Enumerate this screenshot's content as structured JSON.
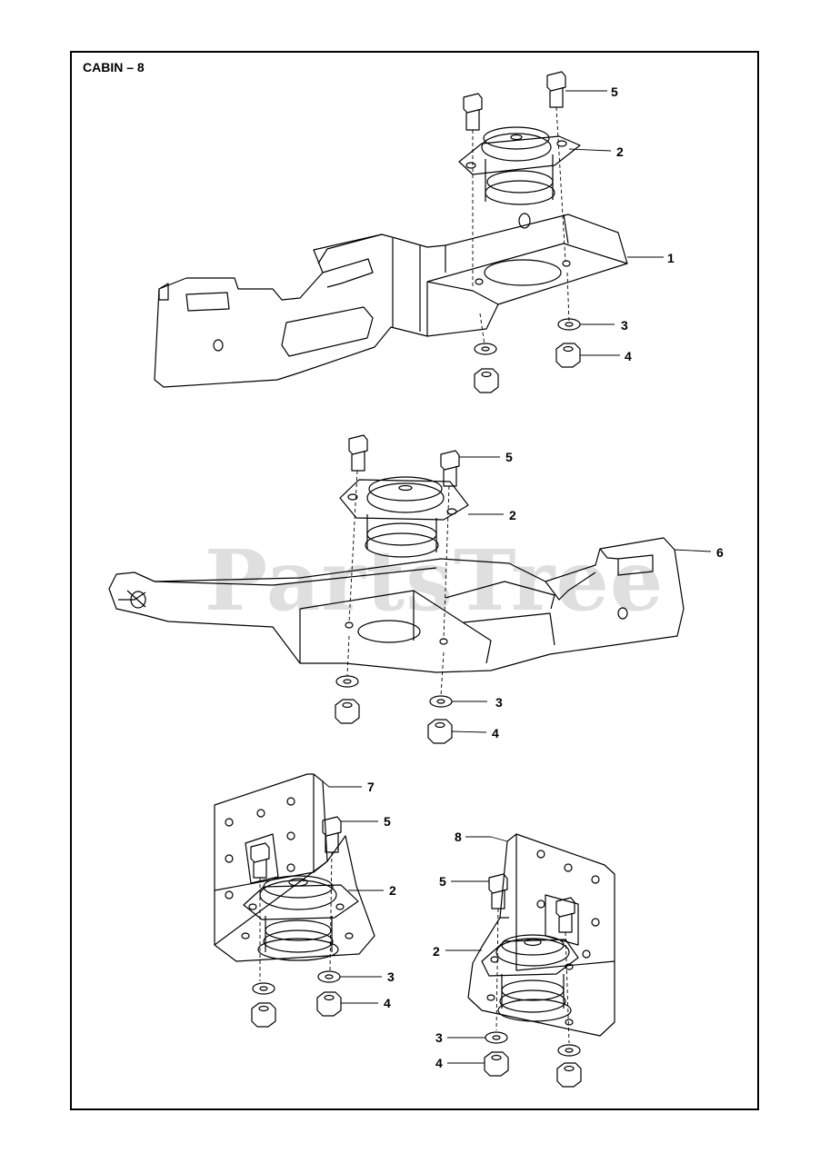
{
  "title": "CABIN – 8",
  "watermark": "PartsTree",
  "callouts": [
    {
      "id": "c1-5",
      "text": "5"
    },
    {
      "id": "c1-2",
      "text": "2"
    },
    {
      "id": "c1-1",
      "text": "1"
    },
    {
      "id": "c1-3",
      "text": "3"
    },
    {
      "id": "c1-4",
      "text": "4"
    },
    {
      "id": "c2-5",
      "text": "5"
    },
    {
      "id": "c2-2",
      "text": "2"
    },
    {
      "id": "c2-6",
      "text": "6"
    },
    {
      "id": "c2-3",
      "text": "3"
    },
    {
      "id": "c2-4",
      "text": "4"
    },
    {
      "id": "c3-7",
      "text": "7"
    },
    {
      "id": "c3-5",
      "text": "5"
    },
    {
      "id": "c3-2",
      "text": "2"
    },
    {
      "id": "c3-3",
      "text": "3"
    },
    {
      "id": "c3-4",
      "text": "4"
    },
    {
      "id": "c4-8",
      "text": "8"
    },
    {
      "id": "c4-5",
      "text": "5"
    },
    {
      "id": "c4-2",
      "text": "2"
    },
    {
      "id": "c4-3",
      "text": "3"
    },
    {
      "id": "c4-4",
      "text": "4"
    }
  ]
}
